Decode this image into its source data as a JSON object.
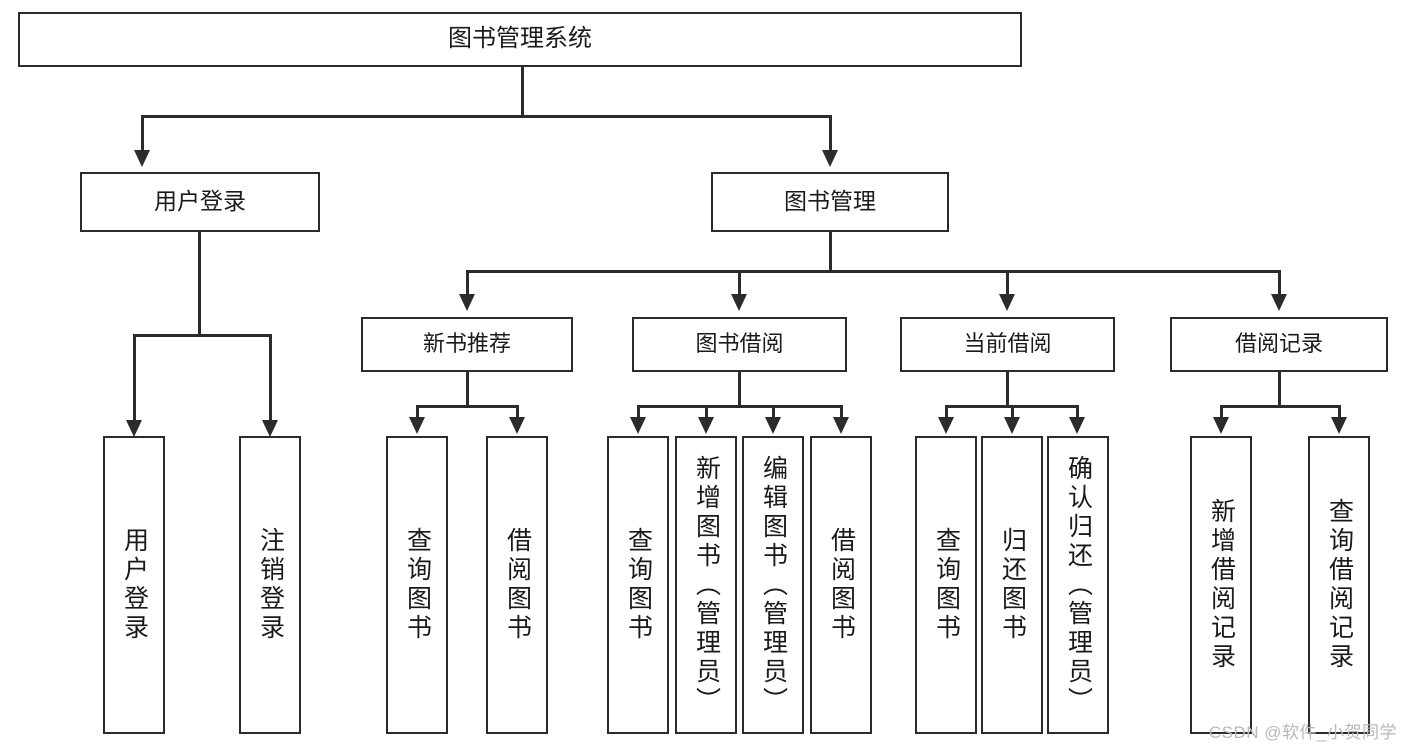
{
  "diagram": {
    "type": "tree-hierarchy-chart",
    "title": "图书管理系统",
    "root": {
      "label": "图书管理系统"
    },
    "level2": [
      {
        "label": "用户登录"
      },
      {
        "label": "图书管理"
      }
    ],
    "level3": [
      {
        "label": "新书推荐"
      },
      {
        "label": "图书借阅"
      },
      {
        "label": "当前借阅"
      },
      {
        "label": "借阅记录"
      }
    ],
    "leaves": {
      "user_login": [
        {
          "label": "用户登录"
        },
        {
          "label": "注销登录"
        }
      ],
      "new_book_recommend": [
        {
          "label": "查询图书"
        },
        {
          "label": "借阅图书"
        }
      ],
      "book_borrow": [
        {
          "label": "查询图书"
        },
        {
          "label": "新增图书（管理员）"
        },
        {
          "label": "编辑图书（管理员）"
        },
        {
          "label": "借阅图书"
        }
      ],
      "current_borrow": [
        {
          "label": "查询图书"
        },
        {
          "label": "归还图书"
        },
        {
          "label": "确认归还（管理员）"
        }
      ],
      "borrow_record": [
        {
          "label": "新增借阅记录"
        },
        {
          "label": "查询借阅记录"
        }
      ]
    }
  },
  "watermark": {
    "text": "CSDN @软件_小贺同学"
  },
  "colors": {
    "border": "#2b2b2b",
    "background": "#ffffff",
    "text": "#1a1a1a",
    "watermark": "#b9b9b9"
  }
}
